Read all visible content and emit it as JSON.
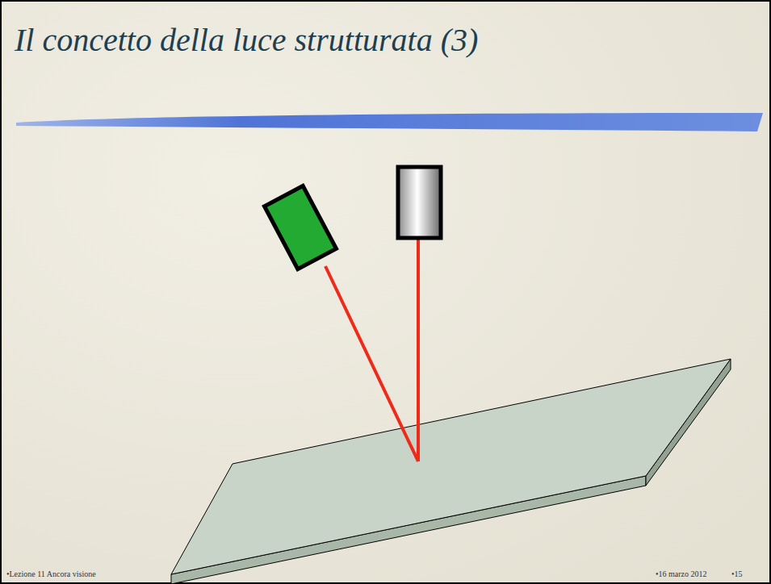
{
  "diagram": {
    "title": "Il concetto della luce strutturata (3)",
    "labels": [
      "•Lezione 11 Ancora visione",
      "•16 marzo 2012",
      "•15"
    ]
  }
}
